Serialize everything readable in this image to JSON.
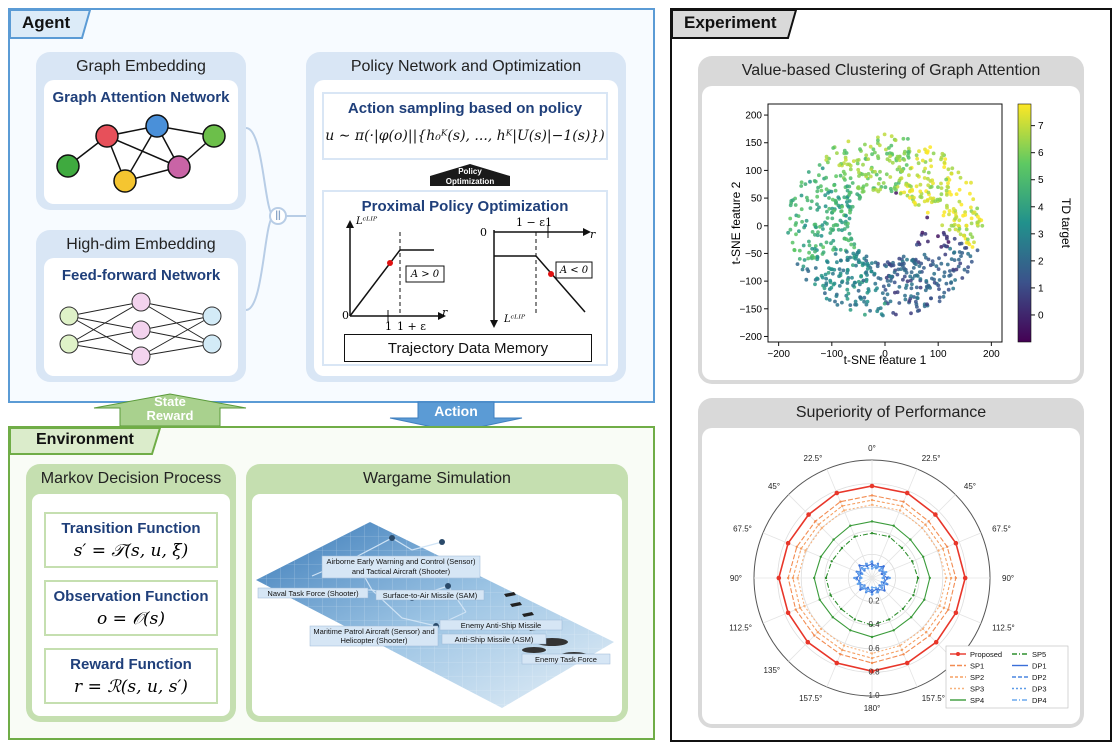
{
  "agent": {
    "title": "Agent",
    "graph_embedding": {
      "title": "Graph Embedding",
      "subtitle": "Graph Attention Network"
    },
    "highdim_embedding": {
      "title": "High-dim Embedding",
      "subtitle": "Feed-forward Network"
    },
    "concat_symbol": "||",
    "policy": {
      "title": "Policy Network and Optimization",
      "sampling_title": "Action sampling based on policy",
      "sampling_formula": "u ∼ π(·|φ(o)||{h₀ᴷ(s), ..., hᴷ|U(s)|−1(s)})",
      "arrow_label_1": "Policy",
      "arrow_label_2": "Optimization",
      "ppo_title": "Proximal Policy Optimization",
      "plot1": {
        "ylabel": "Lᶜᴸᴵᴾ",
        "xlabel": "r",
        "origin": "0",
        "tick1": "1",
        "tick2": "1 + ε",
        "cond": "A > 0"
      },
      "plot2": {
        "ylabel": "Lᶜᴸᴵᴾ",
        "xlabel": "r",
        "origin": "0",
        "tick1": "1 − ε",
        "tick2": "1",
        "cond": "A < 0"
      },
      "memory": "Trajectory Data Memory"
    }
  },
  "arrows": {
    "state_1": "State",
    "state_2": "Reward",
    "action": "Action"
  },
  "environment": {
    "title": "Environment",
    "mdp": {
      "title": "Markov Decision Process",
      "transition": {
        "title": "Transition Function",
        "formula": "s′ = 𝒯(s, u, ξ)"
      },
      "observation": {
        "title": "Observation Function",
        "formula": "o = 𝒪(s)"
      },
      "reward": {
        "title": "Reward Function",
        "formula": "r = ℛ(s, u, s′)"
      }
    },
    "wargame": {
      "title": "Wargame Simulation",
      "labels": [
        "Airborne Early Warning and Control (Sensor)",
        "and Tactical Aircraft (Shooter)",
        "Naval Task Force (Shooter)",
        "Surface-to-Air Missile (SAM)",
        "Enemy Anti-Ship Missile",
        "Maritime Patrol Aircraft (Sensor) and",
        "Helicopter (Shooter)",
        "Anti-Ship Missile (ASM)",
        "Enemy Task Force"
      ]
    }
  },
  "experiment": {
    "title": "Experiment",
    "clustering": {
      "title": "Value-based Clustering of Graph Attention",
      "xlabel": "t-SNE feature 1",
      "ylabel": "t-SNE feature 2",
      "colorbar_label": "TD target",
      "xticks": [
        "−200",
        "−100",
        "0",
        "100",
        "200"
      ],
      "yticks": [
        "200",
        "150",
        "100",
        "50",
        "0",
        "−50",
        "−100",
        "−150",
        "−200"
      ],
      "cticks": [
        "7",
        "6",
        "5",
        "4",
        "3",
        "2",
        "1",
        "0"
      ]
    },
    "performance": {
      "title": "Superiority of Performance",
      "angle_labels": [
        "0°",
        "22.5°",
        "45°",
        "67.5°",
        "90°",
        "112.5°",
        "135°",
        "157.5°",
        "180°",
        "157.5°",
        "135°",
        "112.5°",
        "90°",
        "67.5°",
        "45°",
        "22.5°"
      ],
      "radial_labels": [
        "0.2",
        "0.4",
        "0.6",
        "0.8",
        "1.0"
      ],
      "legend": [
        "Proposed",
        "SP1",
        "SP2",
        "SP3",
        "SP4",
        "SP5",
        "DP1",
        "DP2",
        "DP3",
        "DP4"
      ]
    }
  },
  "chart_data": [
    {
      "type": "scatter",
      "title": "Value-based Clustering of Graph Attention",
      "xlabel": "t-SNE feature 1",
      "ylabel": "t-SNE feature 2",
      "colorbar": "TD target",
      "xlim": [
        -220,
        220
      ],
      "ylim": [
        -210,
        220
      ],
      "clim": [
        -1,
        7.8
      ],
      "grid": false,
      "clusters": [
        {
          "cx": -110,
          "cy": 20,
          "value": 4.5
        },
        {
          "cx": -30,
          "cy": 130,
          "value": 6
        },
        {
          "cx": 110,
          "cy": 60,
          "value": 7
        },
        {
          "cx": 60,
          "cy": -80,
          "value": 1.5
        },
        {
          "cx": -80,
          "cy": -120,
          "value": 3
        },
        {
          "cx": 50,
          "cy": -20,
          "value": 0.5
        }
      ]
    },
    {
      "type": "radar",
      "title": "Superiority of Performance",
      "categories": [
        "0°",
        "22.5°",
        "45°",
        "67.5°",
        "90°",
        "112.5°",
        "135°",
        "157.5°",
        "180°",
        "157.5°",
        "135°",
        "112.5°",
        "90°",
        "67.5°",
        "45°",
        "22.5°"
      ],
      "rlim": [
        0,
        1.0
      ],
      "legend_position": "bottom-right",
      "series": [
        {
          "name": "Proposed",
          "values": [
            0.78,
            0.78,
            0.76,
            0.77,
            0.79,
            0.77,
            0.77,
            0.78,
            0.79,
            0.78,
            0.77,
            0.77,
            0.79,
            0.77,
            0.76,
            0.78
          ],
          "color": "#e8362a"
        },
        {
          "name": "SP1",
          "values": [
            0.7,
            0.7,
            0.68,
            0.69,
            0.71,
            0.7,
            0.69,
            0.7,
            0.72,
            0.7,
            0.69,
            0.7,
            0.71,
            0.69,
            0.68,
            0.7
          ],
          "color": "#f28c52"
        },
        {
          "name": "SP2",
          "values": [
            0.66,
            0.66,
            0.64,
            0.65,
            0.67,
            0.66,
            0.65,
            0.66,
            0.68,
            0.66,
            0.65,
            0.66,
            0.67,
            0.65,
            0.64,
            0.66
          ],
          "color": "#f5a064"
        },
        {
          "name": "SP3",
          "values": [
            0.62,
            0.62,
            0.6,
            0.61,
            0.63,
            0.62,
            0.61,
            0.62,
            0.64,
            0.62,
            0.61,
            0.62,
            0.63,
            0.61,
            0.6,
            0.62
          ],
          "color": "#f7b27c"
        },
        {
          "name": "SP4",
          "values": [
            0.48,
            0.48,
            0.46,
            0.47,
            0.49,
            0.48,
            0.47,
            0.48,
            0.5,
            0.48,
            0.47,
            0.48,
            0.49,
            0.47,
            0.46,
            0.48
          ],
          "color": "#3a9b3a"
        },
        {
          "name": "SP5",
          "values": [
            0.38,
            0.38,
            0.36,
            0.37,
            0.39,
            0.38,
            0.37,
            0.38,
            0.4,
            0.38,
            0.37,
            0.38,
            0.39,
            0.37,
            0.36,
            0.38
          ],
          "color": "#2f8f2f"
        },
        {
          "name": "DP1",
          "values": [
            0.12,
            0.1,
            0.14,
            0.09,
            0.13,
            0.11,
            0.15,
            0.1,
            0.12,
            0.09,
            0.14,
            0.11,
            0.13,
            0.1,
            0.15,
            0.11
          ],
          "color": "#3a6fd8"
        },
        {
          "name": "DP2",
          "values": [
            0.1,
            0.13,
            0.09,
            0.12,
            0.1,
            0.14,
            0.09,
            0.12,
            0.1,
            0.13,
            0.09,
            0.12,
            0.1,
            0.14,
            0.09,
            0.12
          ],
          "color": "#4a85e0"
        },
        {
          "name": "DP3",
          "values": [
            0.14,
            0.09,
            0.12,
            0.11,
            0.15,
            0.09,
            0.12,
            0.13,
            0.14,
            0.1,
            0.12,
            0.11,
            0.15,
            0.09,
            0.12,
            0.13
          ],
          "color": "#5b9ae8"
        },
        {
          "name": "DP4",
          "values": [
            0.08,
            0.11,
            0.1,
            0.13,
            0.09,
            0.12,
            0.11,
            0.09,
            0.08,
            0.12,
            0.1,
            0.13,
            0.09,
            0.12,
            0.11,
            0.09
          ],
          "color": "#6aa8ee"
        }
      ]
    }
  ]
}
